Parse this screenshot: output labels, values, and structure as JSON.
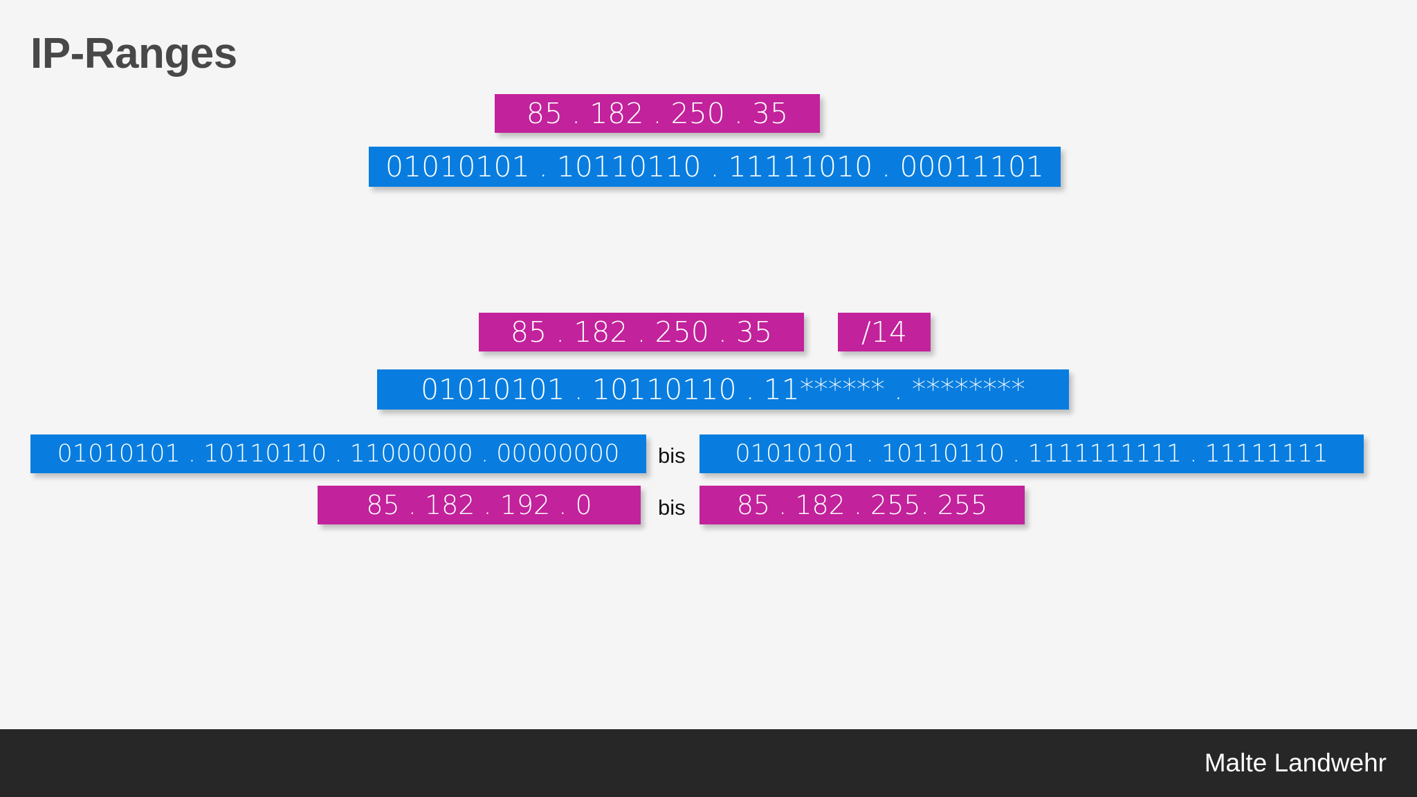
{
  "slide": {
    "title": "IP-Ranges",
    "background_color": "#f5f5f5",
    "accent_magenta": "#c2229b",
    "accent_blue": "#087ddf",
    "title_color": "#484848"
  },
  "single_address": {
    "decimal": "85 . 182 . 250 . 35",
    "binary": "01010101 . 10110110 . 11111010 . 00011101"
  },
  "cidr_block": {
    "decimal": "85 . 182 . 250 . 35",
    "prefix": "/14",
    "binary_masked": "01010101 . 10110110 . 11****** . ********"
  },
  "range": {
    "separator_label": "bis",
    "binary_start": "01010101 . 10110110 . 11000000 . 00000000",
    "binary_end": "01010101 . 10110110 . 1111111111 . 11111111",
    "decimal_start": "85 . 182 . 192 . 0",
    "decimal_end": "85 . 182 . 255. 255"
  },
  "footer": {
    "author": "Malte Landwehr",
    "background_color": "#272727"
  }
}
